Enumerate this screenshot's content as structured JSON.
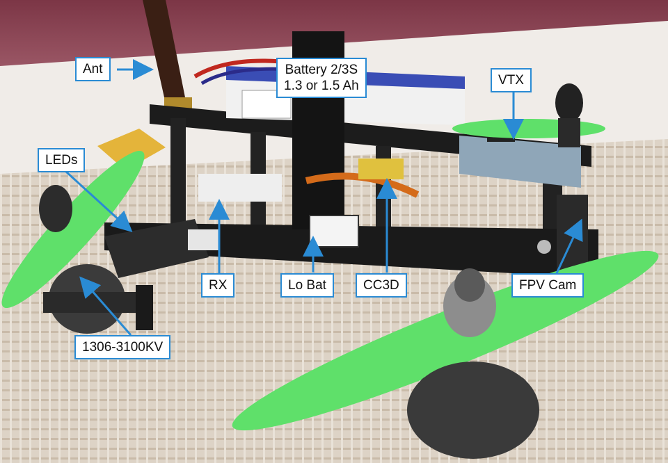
{
  "labels": {
    "ant": "Ant",
    "battery_line1": "Battery 2/3S",
    "battery_line2": "1.3 or 1.5 Ah",
    "vtx": "VTX",
    "leds": "LEDs",
    "rx": "RX",
    "lo_bat": "Lo Bat",
    "cc3d": "CC3D",
    "fpv_cam": "FPV Cam",
    "motor": "1306-3100KV"
  },
  "colors": {
    "callout_border": "#2a8bd4",
    "arrow": "#2a8bd4",
    "propeller": "#5fe06a",
    "carbon_frame": "#1c1c1c"
  }
}
